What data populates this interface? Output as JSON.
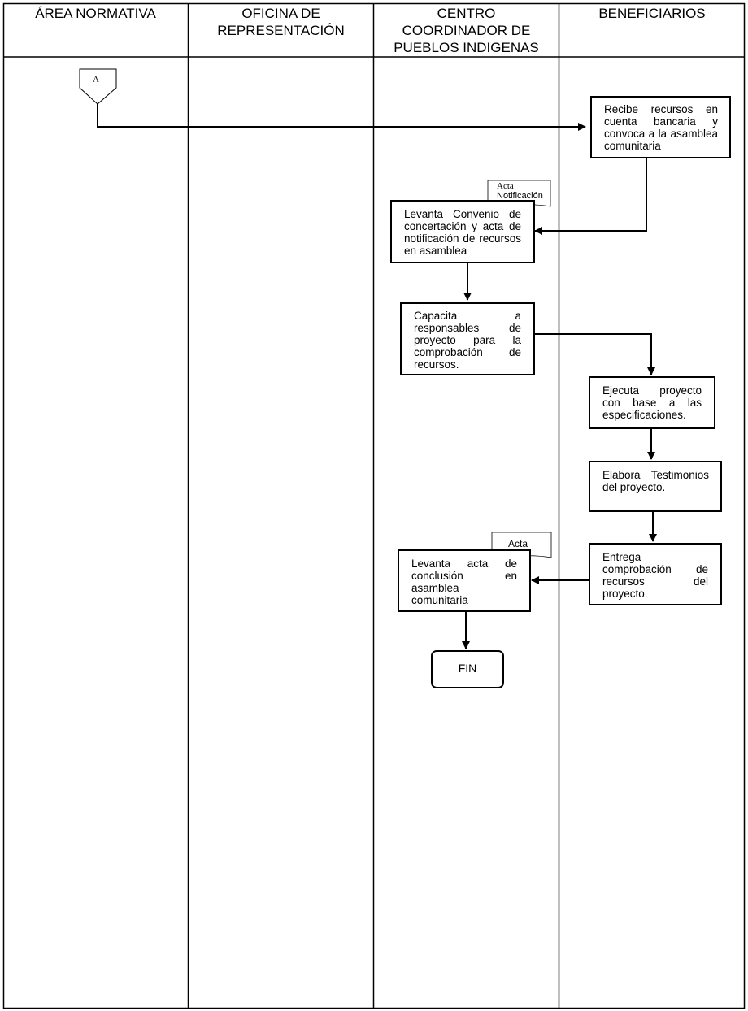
{
  "lanes": [
    {
      "title": "ÁREA NORMATIVA"
    },
    {
      "title": "OFICINA DE\nREPRESENTACIÓN"
    },
    {
      "title": "CENTRO\nCOORDINADOR DE\nPUEBLOS INDIGENAS"
    },
    {
      "title": "BENEFICIARIOS"
    }
  ],
  "connector": {
    "label": "A"
  },
  "steps": {
    "recibe": "Recibe recursos en cuenta bancaria y convoca a la asamblea comunitaria",
    "levanta_convenio": "Levanta Convenio de concertación y acta de notificación de recursos en asamblea",
    "capacita": "Capacita a responsables de proyecto para la comprobación de recursos.",
    "ejecuta": "Ejecuta proyecto con base a las especificaciones.",
    "elabora": "Elabora Testimonios del proyecto.",
    "entrega": "Entrega comprobación de recursos del proyecto.",
    "levanta_acta": "Levanta acta de conclusión en asamblea comunitaria",
    "fin": "FIN"
  },
  "documents": {
    "acta_notificacion_line1": "Acta",
    "acta_notificacion_line2": "Notificación",
    "acta": "Acta"
  }
}
